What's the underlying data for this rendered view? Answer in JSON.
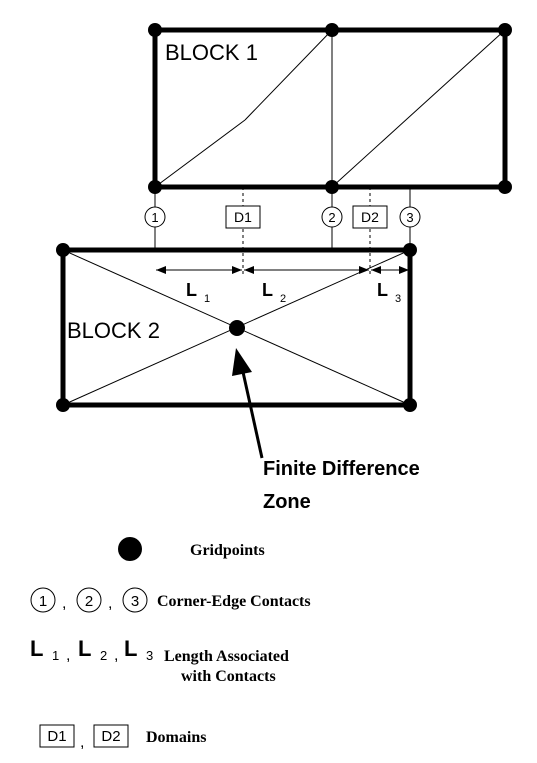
{
  "blocks": {
    "block1": "BLOCK 1",
    "block2": "BLOCK 2"
  },
  "contacts": {
    "c1": "1",
    "c2": "2",
    "c3": "3"
  },
  "domains": {
    "d1": "D1",
    "d2": "D2"
  },
  "lengths": {
    "letter": "L",
    "sub1": "1",
    "sub2": "2",
    "sub3": "3"
  },
  "zone_callout": {
    "line1": "Finite Difference",
    "line2": "Zone"
  },
  "legend": {
    "gridpoints": "Gridpoints",
    "contacts": "Corner-Edge Contacts",
    "lengths_line1": "Length Associated",
    "lengths_line2": "with Contacts",
    "domains": "Domains",
    "separator": ","
  }
}
